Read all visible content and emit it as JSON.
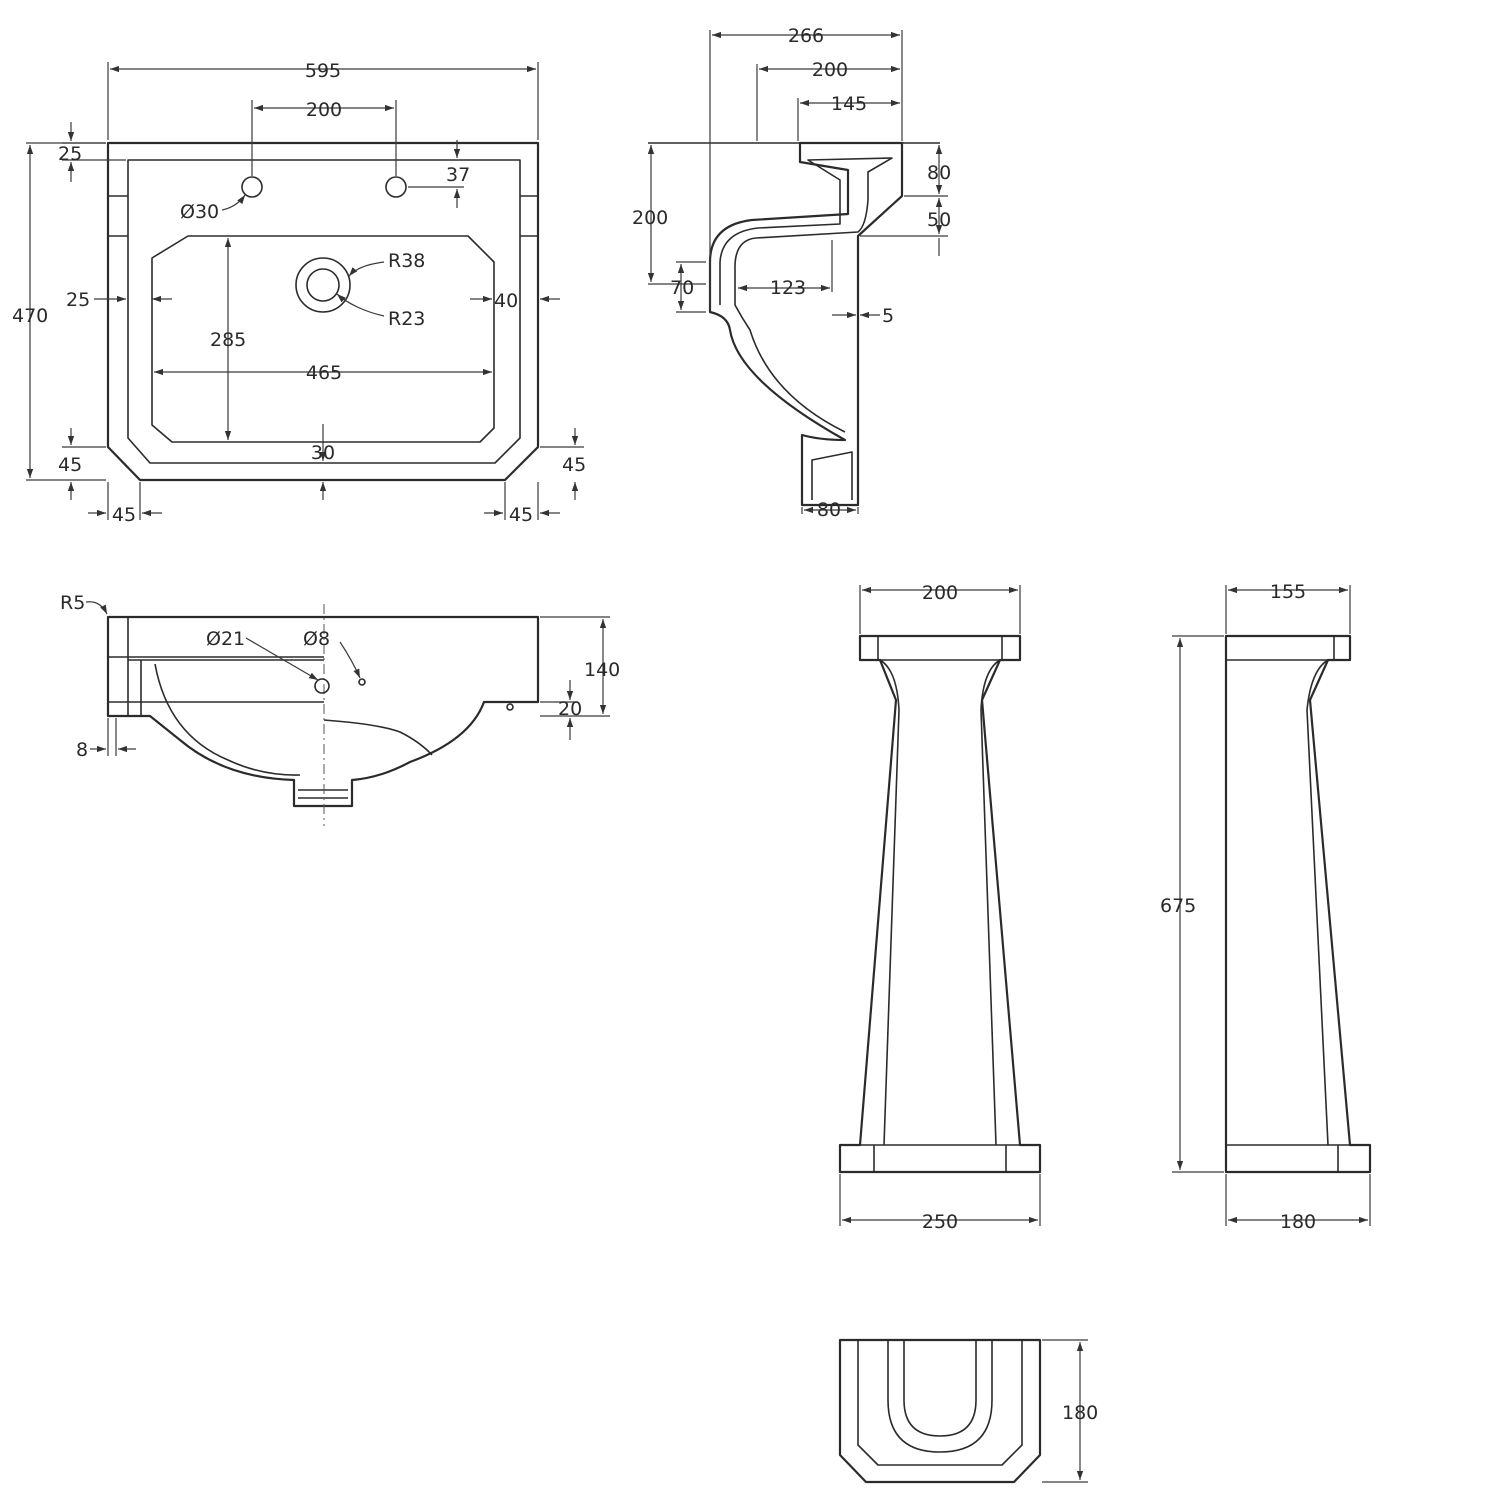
{
  "basin_plan": {
    "overall_width": "595",
    "tap_centres": "200",
    "rim_top": "25",
    "overall_depth": "470",
    "tap_hole_diameter": "Ø30",
    "tap_hole_offset": "37",
    "waste_outer_radius": "R38",
    "waste_inner_radius": "R23",
    "side_rim_left": "25",
    "side_rim_right": "40",
    "bowl_depth": "285",
    "bowl_width": "465",
    "front_rim": "30",
    "corner_left_v": "45",
    "corner_right_v": "45",
    "corner_left_h": "45",
    "corner_right_h": "45"
  },
  "basin_side": {
    "total_projection": "266",
    "projection_mid": "200",
    "projection_inner": "145",
    "height_upper": "80",
    "height_lower": "50",
    "wall_drop": "200",
    "trap_height": "70",
    "trap_width": "123",
    "wall_gap": "5",
    "foot_width": "80"
  },
  "basin_front": {
    "corner_radius": "R5",
    "overflow_diameter": "Ø21",
    "hole_diameter": "Ø8",
    "overall_height": "140",
    "lip_height": "20",
    "edge_offset": "8"
  },
  "pedestal_front": {
    "top_width": "200",
    "base_width": "250"
  },
  "pedestal_side": {
    "top_width": "155",
    "height": "675",
    "base_width": "180"
  },
  "pedestal_plan": {
    "depth": "180"
  }
}
